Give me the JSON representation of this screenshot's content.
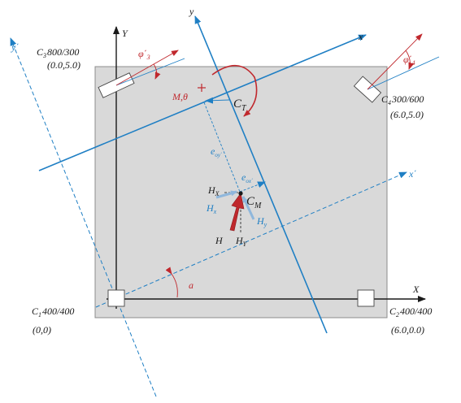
{
  "axes": {
    "X": "X",
    "Y": "Y",
    "x": "x",
    "y": "y",
    "x_prime": "x΄",
    "y_prime": "y΄"
  },
  "columns": {
    "c1": {
      "name": "C",
      "sub": "1",
      "size": "400/400",
      "coords": "(0,0)"
    },
    "c2": {
      "name": "C",
      "sub": "2",
      "size": "400/400",
      "coords": "(6.0,0.0)"
    },
    "c3": {
      "name": "C",
      "sub": "3",
      "size": "800/300",
      "coords": "(0.0,5.0)"
    },
    "c4": {
      "name": "C",
      "sub": "4",
      "size": "300/600",
      "coords": "(6.0,5.0)"
    }
  },
  "angles": {
    "phi3": {
      "base": "φ΄",
      "sub": "3"
    },
    "phi4": {
      "base": "φ΄",
      "sub": "4"
    },
    "alpha": "a"
  },
  "centers": {
    "ct": {
      "base": "C",
      "sub": "T"
    },
    "cm": {
      "base": "C",
      "sub": "M"
    }
  },
  "moment": {
    "label": "M,θ",
    "sign": "+"
  },
  "eccentricities": {
    "e0y": {
      "base": "e",
      "sub": "oy΄"
    },
    "e0x": {
      "base": "e",
      "sub": "ox΄"
    }
  },
  "forces": {
    "H": "H",
    "HX": {
      "base": "H",
      "sub": "X"
    },
    "HY": {
      "base": "H",
      "sub": "Y"
    },
    "Hx": {
      "base": "H",
      "sub": "x"
    },
    "Hy": {
      "base": "H",
      "sub": "y"
    }
  },
  "colors": {
    "slab": "#d9d9d9",
    "slab_border": "#8c8c8c",
    "axis_black": "#1a1a1a",
    "axis_blue": "#1f7fc4",
    "force_red": "#c0282d",
    "force_blue": "#8fb7dc"
  }
}
